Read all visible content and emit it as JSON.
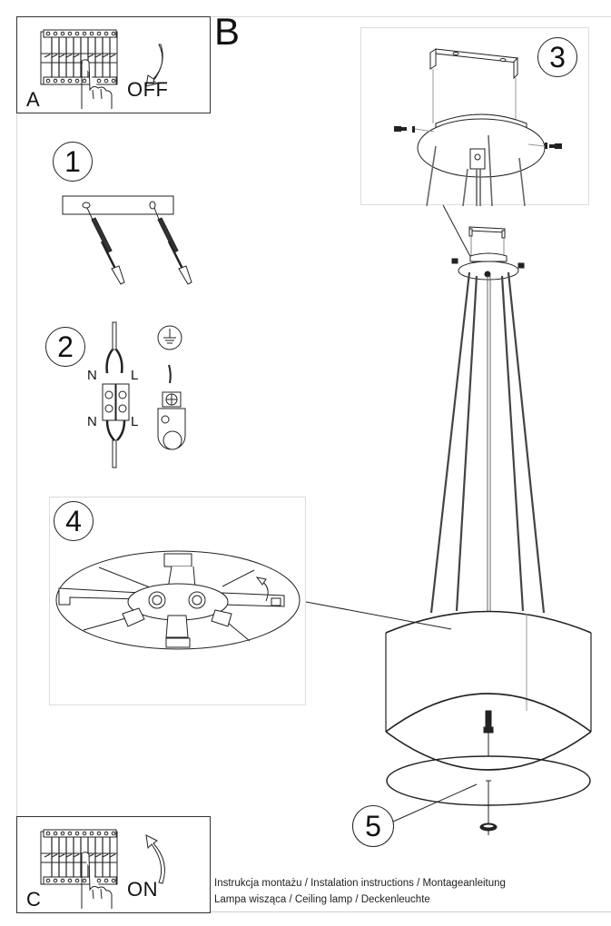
{
  "panels": {
    "A": {
      "letter": "A",
      "action": "OFF",
      "icon": "circuit-breaker-switch-off-icon"
    },
    "B": {
      "letter": "B"
    },
    "C": {
      "letter": "C",
      "action": "ON",
      "icon": "circuit-breaker-switch-on-icon"
    }
  },
  "steps": [
    {
      "number": "1",
      "description": "ceiling-mounting-bar-with-wall-plugs-and-screws"
    },
    {
      "number": "2",
      "description": "wire-connection-terminal-block-and-earth-terminal"
    },
    {
      "number": "3",
      "description": "ceiling-bracket-and-canopy-mounting"
    },
    {
      "number": "4",
      "description": "shade-frame-with-lamp-sockets"
    },
    {
      "number": "5",
      "description": "bottom-diffuser-with-finial"
    }
  ],
  "wiring": {
    "top_left": "N",
    "top_right": "L",
    "bottom_left": "N",
    "bottom_right": "L",
    "earth_icon": "ground-earth-icon"
  },
  "caption": {
    "line1": "Instrukcja montażu / Instalation instructions / Montageanleitung",
    "line2": "Lampa wisząca / Ceiling lamp / Deckenleuchte"
  },
  "colors": {
    "line": "#222222",
    "frame": "#d8d8d8",
    "background": "#ffffff"
  }
}
